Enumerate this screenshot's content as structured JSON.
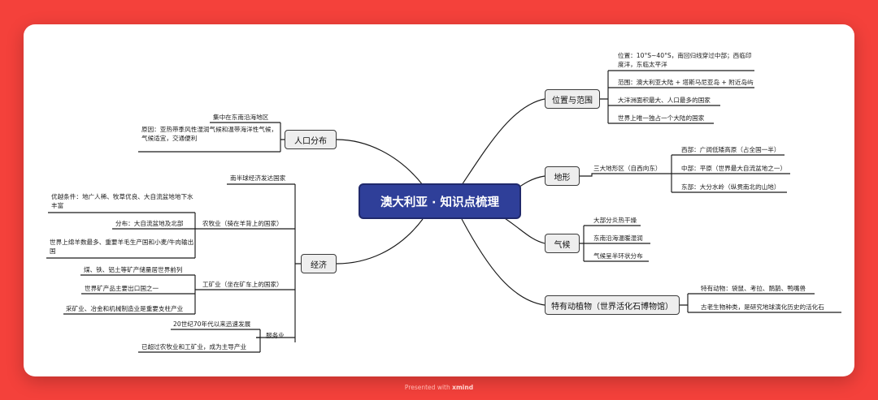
{
  "title": "澳大利亚 · 知识点梳理",
  "footer": {
    "prefix": "Presented with",
    "brand": "xmind"
  },
  "branches": {
    "location": {
      "label": "位置与范围",
      "items": [
        "位置：10°S~40°S，南回归线穿过中部；西临印度洋，东临太平洋",
        "范围：澳大利亚大陆 + 塔斯马尼亚岛 + 附近岛屿",
        "大洋洲面积最大、人口最多的国家",
        "世界上唯一独占一个大陆的国家"
      ]
    },
    "terrain": {
      "label": "地形",
      "sub": "三大地形区（自西向东）",
      "items": [
        "西部：广阔低矮高原（占全国一半）",
        "中部：平原（世界最大自流盆地之一）",
        "东部：大分水岭（纵贯南北的山地）"
      ]
    },
    "climate": {
      "label": "气候",
      "items": [
        "大部分炎热干燥",
        "东南沿海温暖湿润",
        "气候呈半环状分布"
      ]
    },
    "fauna": {
      "label": "特有动植物（世界活化石博物馆）",
      "items": [
        "特有动物：袋鼠、考拉、鸸鹋、鸭嘴兽",
        "古老生物种类，是研究地球演化历史的活化石"
      ]
    },
    "population": {
      "label": "人口分布",
      "items": [
        "集中在东南沿海地区",
        "原因：亚热带季风性湿润气候和温带海洋性气候，气候适宜，交通便利"
      ]
    },
    "economy": {
      "label": "经济",
      "items": {
        "south": "南半球经济发达国家",
        "pastoral": {
          "label": "农牧业（骑在羊背上的国家）",
          "items": [
            "优越条件：地广人稀、牧草优良、大自流盆地地下水丰富",
            "分布：大自流盆地及北部",
            "世界上绵羊数最多、重要羊毛生产国和小麦/牛肉输出国"
          ]
        },
        "mining": {
          "label": "工矿业（坐在矿车上的国家）",
          "items": [
            "煤、铁、铝土等矿产储量居世界前列",
            "世界矿产品主要出口国之一",
            "采矿业、冶金和机械制造业是重要支柱产业"
          ]
        },
        "service": {
          "label": "服务业",
          "items": [
            "20世纪70年代以来迅速发展",
            "已超过农牧业和工矿业，成为主导产业"
          ]
        }
      }
    }
  }
}
